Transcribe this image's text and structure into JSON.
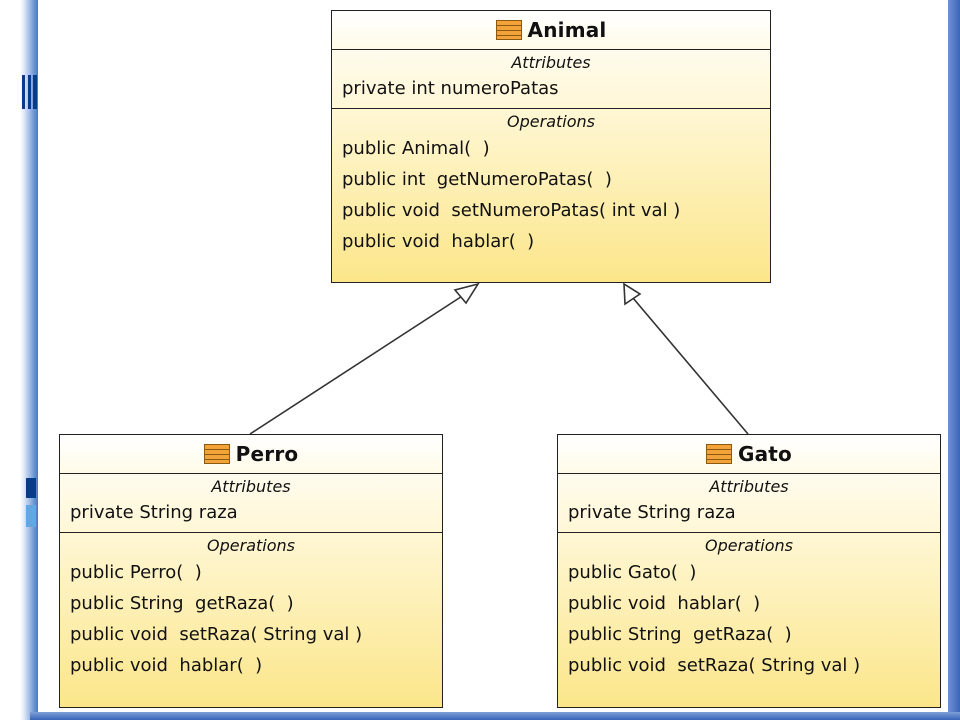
{
  "colors": {
    "class_fill_top": "#ffffff",
    "class_fill_bottom": "#fbe68a",
    "border": "#222222",
    "frame_blue": "#4a78c9"
  },
  "section_titles": {
    "attributes": "Attributes",
    "operations": "Operations"
  },
  "classes": {
    "animal": {
      "name": "Animal",
      "attributes": [
        "private int numeroPatas"
      ],
      "operations": [
        "public Animal(  )",
        "public int  getNumeroPatas(  )",
        "public void  setNumeroPatas( int val )",
        "public void  hablar(  )"
      ]
    },
    "perro": {
      "name": "Perro",
      "attributes": [
        "private String raza"
      ],
      "operations": [
        "public Perro(  )",
        "public String  getRaza(  )",
        "public void  setRaza( String val )",
        "public void  hablar(  )"
      ]
    },
    "gato": {
      "name": "Gato",
      "attributes": [
        "private String raza"
      ],
      "operations": [
        "public Gato(  )",
        "public void  hablar(  )",
        "public String  getRaza(  )",
        "public void  setRaza( String val )"
      ]
    }
  },
  "relations": [
    {
      "type": "generalization",
      "from": "perro",
      "to": "animal"
    },
    {
      "type": "generalization",
      "from": "gato",
      "to": "animal"
    }
  ]
}
